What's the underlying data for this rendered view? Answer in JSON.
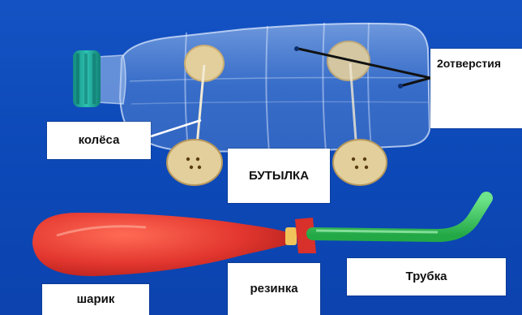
{
  "labels": {
    "wheels": "колёса",
    "bottle": "БУТЫЛКА",
    "holes_line1": "2",
    "holes_line2": "отверстия",
    "balloon": "шарик",
    "rubber_band": "резинка",
    "tube": "Трубка"
  },
  "colors": {
    "background": "#0d47b5",
    "label_background": "#ffffff",
    "bottle_cap": "#1fa89a",
    "wheel": "#e3cf9c",
    "balloon": "#e3372f",
    "tube": "#37c45a",
    "rubber_band": "#f0c45a"
  }
}
